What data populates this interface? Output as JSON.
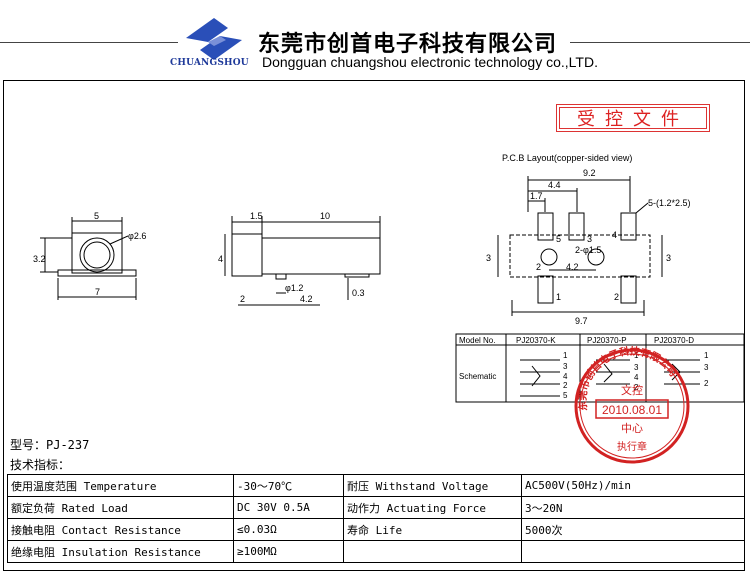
{
  "header": {
    "logo_text": "CHUANGSHOU",
    "company_cn": "东莞市创首电子科技有限公司",
    "company_en": "Dongguan chuangshou electronic technology co.,LTD."
  },
  "stamp_box": {
    "label": "受控文件"
  },
  "drawing": {
    "front": {
      "width": "5",
      "height": "3.2",
      "diameter": "φ2.6",
      "base": "7"
    },
    "side": {
      "head": "1.5",
      "body": "10",
      "height": "4",
      "pin_offset": "2",
      "pin_width": "φ1.2",
      "pin_pos": "4.2",
      "pin_height": "0.3"
    },
    "pcb": {
      "title": "P.C.B Layout(copper-sided view)",
      "dim_top": "9.2",
      "dim_mid": "4.4",
      "dim_small": "1.7",
      "hole_label": "5-(1.2*2.5)",
      "hole_dia": "2-φ1.5",
      "dim_between": "4.2",
      "dim_left": "2",
      "dim_bottom": "9.7",
      "side_left": "3",
      "side_right": "3",
      "pads": [
        "5",
        "3",
        "4",
        "1",
        "2"
      ]
    },
    "models": {
      "header": [
        "Model No.",
        "PJ20370-K",
        "PJ20370-P",
        "PJ20370-D"
      ],
      "row_label": "Schematic",
      "pins_k": [
        "1",
        "3",
        "4",
        "2",
        "5"
      ],
      "pins_p": [
        "1",
        "3",
        "4",
        "2"
      ],
      "pins_d": [
        "1",
        "3",
        "2"
      ]
    }
  },
  "seal": {
    "ring_text": "东莞市创首电子科技有限公司",
    "center_top": "文控",
    "date": "2010.08.01",
    "center_bottom": "中心",
    "footer": "执行章"
  },
  "model_line": "型号：PJ-237",
  "spec_title": "技术指标：",
  "specs": [
    [
      "使用温度范围 Temperature",
      "-30～70℃",
      "耐压 Withstand Voltage",
      "AC500V(50Hz)/min"
    ],
    [
      "额定负荷 Rated Load",
      "DC 30V 0.5A",
      "动作力 Actuating Force",
      "3～20N"
    ],
    [
      "接触电阻 Contact Resistance",
      "≤0.03Ω",
      "寿命 Life",
      "5000次"
    ],
    [
      "绝缘电阻 Insulation Resistance",
      "≥100MΩ",
      "",
      ""
    ]
  ],
  "colors": {
    "brand_blue": "#1f3a9a",
    "stamp_red": "#d22222",
    "line": "#000000"
  }
}
